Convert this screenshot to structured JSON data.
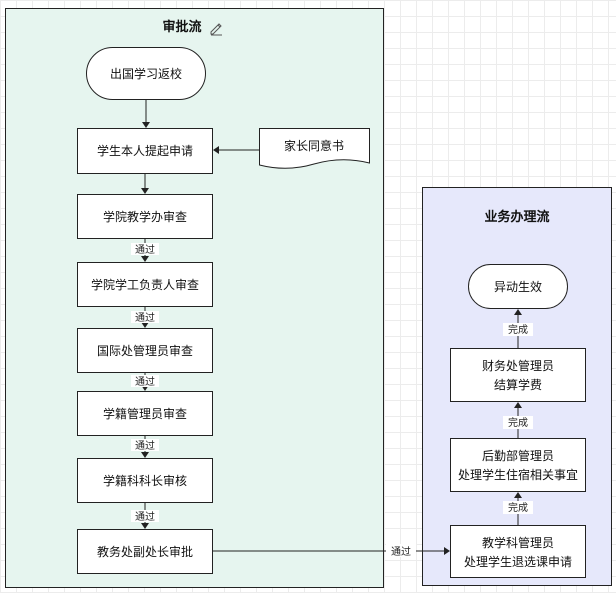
{
  "approval_lane": {
    "title": "审批流",
    "start": "出国学习返校",
    "steps": [
      "学生本人提起申请",
      "学院教学办审查",
      "学院学工负责人审查",
      "国际处管理员审查",
      "学籍管理员审查",
      "学籍科科长审核",
      "教务处副处长审批"
    ],
    "document": "家长同意书",
    "pass_label": "通过"
  },
  "business_lane": {
    "title": "业务办理流",
    "steps": [
      [
        "教学科管理员",
        "处理学生退选课申请"
      ],
      [
        "后勤部管理员",
        "处理学生住宿相关事宜"
      ],
      [
        "财务处管理员",
        "结算学费"
      ]
    ],
    "end": "异动生效",
    "done_label": "完成"
  },
  "cross_label": "通过",
  "icons": {
    "title_icon": "pencil-icon"
  }
}
